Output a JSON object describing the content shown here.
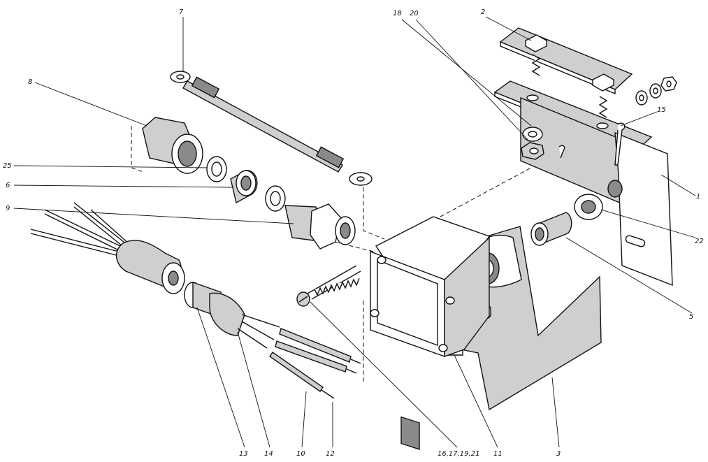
{
  "callouts": [
    {
      "id": "c7",
      "text": "7"
    },
    {
      "id": "c8",
      "text": "8"
    },
    {
      "id": "c25",
      "text": "25"
    },
    {
      "id": "c6",
      "text": "6"
    },
    {
      "id": "c9",
      "text": "9"
    },
    {
      "id": "c18",
      "text": "18"
    },
    {
      "id": "c20",
      "text": "20"
    },
    {
      "id": "c2",
      "text": "2"
    },
    {
      "id": "c15",
      "text": "15"
    },
    {
      "id": "c1",
      "text": "1"
    },
    {
      "id": "c22",
      "text": "22"
    },
    {
      "id": "c5",
      "text": "5"
    },
    {
      "id": "c3",
      "text": "3"
    },
    {
      "id": "c11",
      "text": "11"
    },
    {
      "id": "c161719",
      "text": "16,17,19,21"
    },
    {
      "id": "c12",
      "text": "12"
    },
    {
      "id": "c10",
      "text": "10"
    },
    {
      "id": "c14",
      "text": "14"
    },
    {
      "id": "c13",
      "text": "13"
    }
  ],
  "parts": [
    {
      "name": "bracket-1"
    },
    {
      "name": "clamp-plate-2"
    },
    {
      "name": "lever-3"
    },
    {
      "name": "bushing-5"
    },
    {
      "name": "nut-6"
    },
    {
      "name": "ground-wire-7"
    },
    {
      "name": "union-nut-8"
    },
    {
      "name": "fitting-9"
    },
    {
      "name": "wire-10"
    },
    {
      "name": "switch-housing-11"
    },
    {
      "name": "wire-12"
    },
    {
      "name": "grommet-13"
    },
    {
      "name": "cable-14"
    },
    {
      "name": "cotter-pin-15"
    },
    {
      "name": "screw-16"
    },
    {
      "name": "washer-22"
    },
    {
      "name": "washer-25"
    }
  ]
}
